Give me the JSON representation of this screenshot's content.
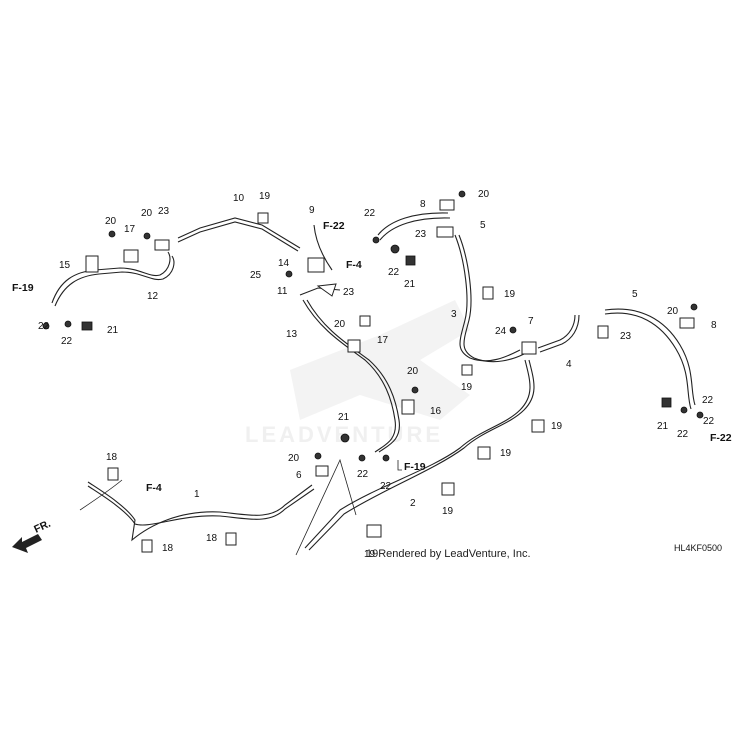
{
  "diagram": {
    "labels": [
      "1",
      "2",
      "3",
      "4",
      "5",
      "5",
      "6",
      "7",
      "8",
      "8",
      "9",
      "10",
      "11",
      "12",
      "13",
      "14",
      "15",
      "16",
      "17",
      "17",
      "18",
      "18",
      "18",
      "19",
      "19",
      "19",
      "19",
      "19",
      "19",
      "19",
      "20",
      "20",
      "20",
      "20",
      "20",
      "20",
      "20",
      "21",
      "21",
      "21",
      "21",
      "22",
      "22",
      "22",
      "22",
      "22",
      "22",
      "22",
      "22",
      "22",
      "23",
      "23",
      "23",
      "23",
      "24",
      "25"
    ],
    "refs": [
      "F-19",
      "F-19",
      "F-22",
      "F-22",
      "F-4",
      "F-4"
    ],
    "credit": "19Rendered by LeadVenture, Inc.",
    "diagram_code": "HL4KF0500",
    "direction_label": "FR.",
    "watermark": "LEADVENTURE"
  }
}
